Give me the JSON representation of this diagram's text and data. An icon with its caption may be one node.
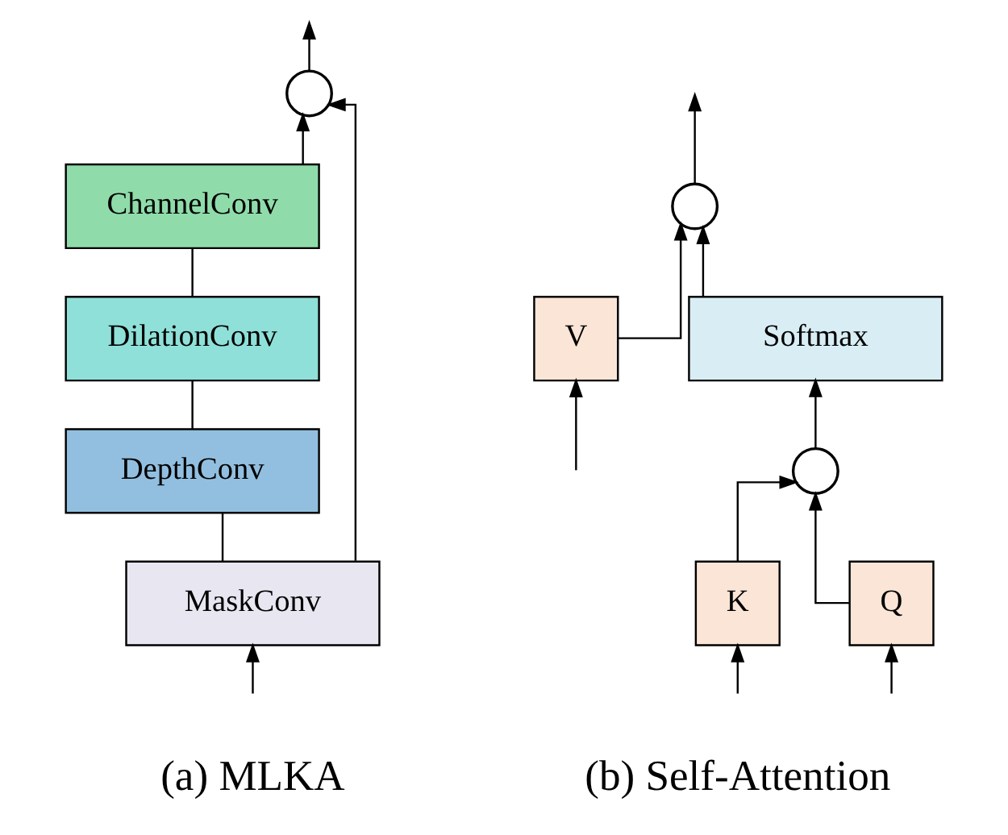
{
  "diagram": {
    "nodes": [
      {
        "text": [
          "MaskConv"
        ]
      },
      {
        "text": [
          "DepthConv"
        ]
      },
      {
        "text": [
          "DilationConv"
        ]
      },
      {
        "text": [
          "ChannelConv"
        ]
      },
      {
        "text": [],
        "shape": "circle"
      },
      {
        "text": [
          "Q"
        ]
      },
      {
        "text": [
          "K"
        ]
      },
      {
        "text": [
          "V"
        ]
      },
      {
        "text": [],
        "shape": "circle"
      },
      {
        "text": [
          "Softmax"
        ]
      },
      {
        "text": [],
        "shape": "circle"
      }
    ],
    "edges": [
      {
        "from": null,
        "to": 0,
        "arrow": "to"
      },
      {
        "from": 0,
        "to": 1,
        "arrow": "none"
      },
      {
        "from": 0,
        "to": 4,
        "arrow": "to"
      },
      {
        "from": 1,
        "to": 2,
        "arrow": "none"
      },
      {
        "from": 2,
        "to": 3,
        "arrow": "none"
      },
      {
        "from": 3,
        "to": 4,
        "arrow": "to"
      },
      {
        "from": 4,
        "to": null,
        "arrow": "to"
      },
      {
        "from": null,
        "to": 5,
        "arrow": "to"
      },
      {
        "from": null,
        "to": 6,
        "arrow": "to"
      },
      {
        "from": null,
        "to": 7,
        "arrow": "to"
      },
      {
        "from": 5,
        "to": 8,
        "arrow": "to"
      },
      {
        "from": 6,
        "to": 8,
        "arrow": "to"
      },
      {
        "from": 8,
        "to": 9,
        "arrow": "to"
      },
      {
        "from": 9,
        "to": 10,
        "arrow": "to"
      },
      {
        "from": 7,
        "to": 10,
        "arrow": "to"
      },
      {
        "from": 10,
        "to": null,
        "arrow": "to"
      }
    ],
    "labels": [
      "(a) MLKA",
      "(b) Self-Attention"
    ]
  }
}
